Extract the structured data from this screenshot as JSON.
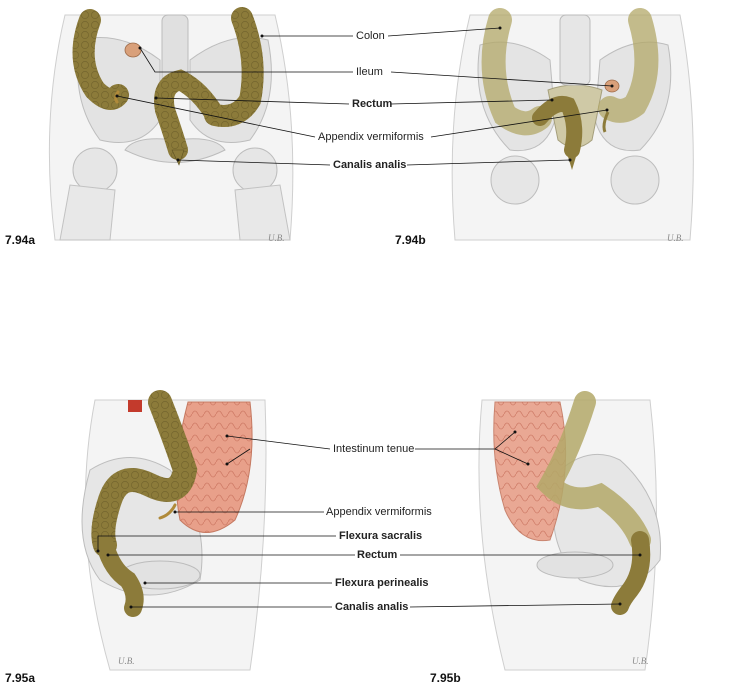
{
  "figures": [
    {
      "id": "7.94a",
      "label": "7.94a"
    },
    {
      "id": "7.94b",
      "label": "7.94b"
    },
    {
      "id": "7.95a",
      "label": "7.95a"
    },
    {
      "id": "7.95b",
      "label": "7.95b"
    }
  ],
  "labels_94": {
    "colon": "Colon",
    "ileum": "Ileum",
    "rectum": "Rectum",
    "appendix": "Appendix vermiformis",
    "canalis": "Canalis analis"
  },
  "labels_95": {
    "intestinum": "Intestinum tenue",
    "appendix": "Appendix vermiformis",
    "flexura_sacralis": "Flexura sacralis",
    "rectum": "Rectum",
    "flexura_perinealis": "Flexura perinealis",
    "canalis": "Canalis analis"
  },
  "signature": "U.B.",
  "colors": {
    "colon": "#8c7b3a",
    "colon_light": "#b3a868",
    "small_intestine": "#e8a08a",
    "bone": "#e6e6e6",
    "ileum": "#d9a07a",
    "leader": "#111111"
  }
}
